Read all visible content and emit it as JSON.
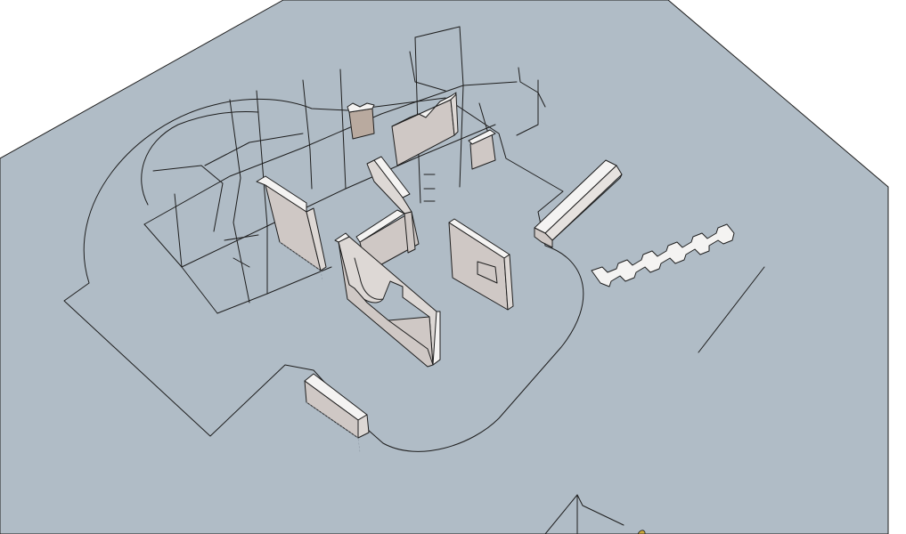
{
  "scene": {
    "view": "3d-model-viewport",
    "style": "hidden-line",
    "colors": {
      "background": "#ffffff",
      "ground_plane": "#b0bcc6",
      "edge": "#1e1e1e",
      "panel_face": "#cfc8c5",
      "panel_face_light": "#ddd8d5",
      "panel_top": "#f4f3f2",
      "panel_brown": "#b9aa9f",
      "accent_yellow": "#c9a93c"
    },
    "objects": [
      "ground-plane",
      "floor-outline",
      "wireframe-frame",
      "wall-panel-left",
      "wall-panel-l-shaped",
      "wall-panel-arch",
      "wall-panel-right",
      "wall-panel-back-notched",
      "wall-panel-back-small",
      "wall-panel-back-right",
      "stair-beam",
      "zigzag-stair",
      "bench-block",
      "guide-line",
      "corner-frame"
    ]
  }
}
